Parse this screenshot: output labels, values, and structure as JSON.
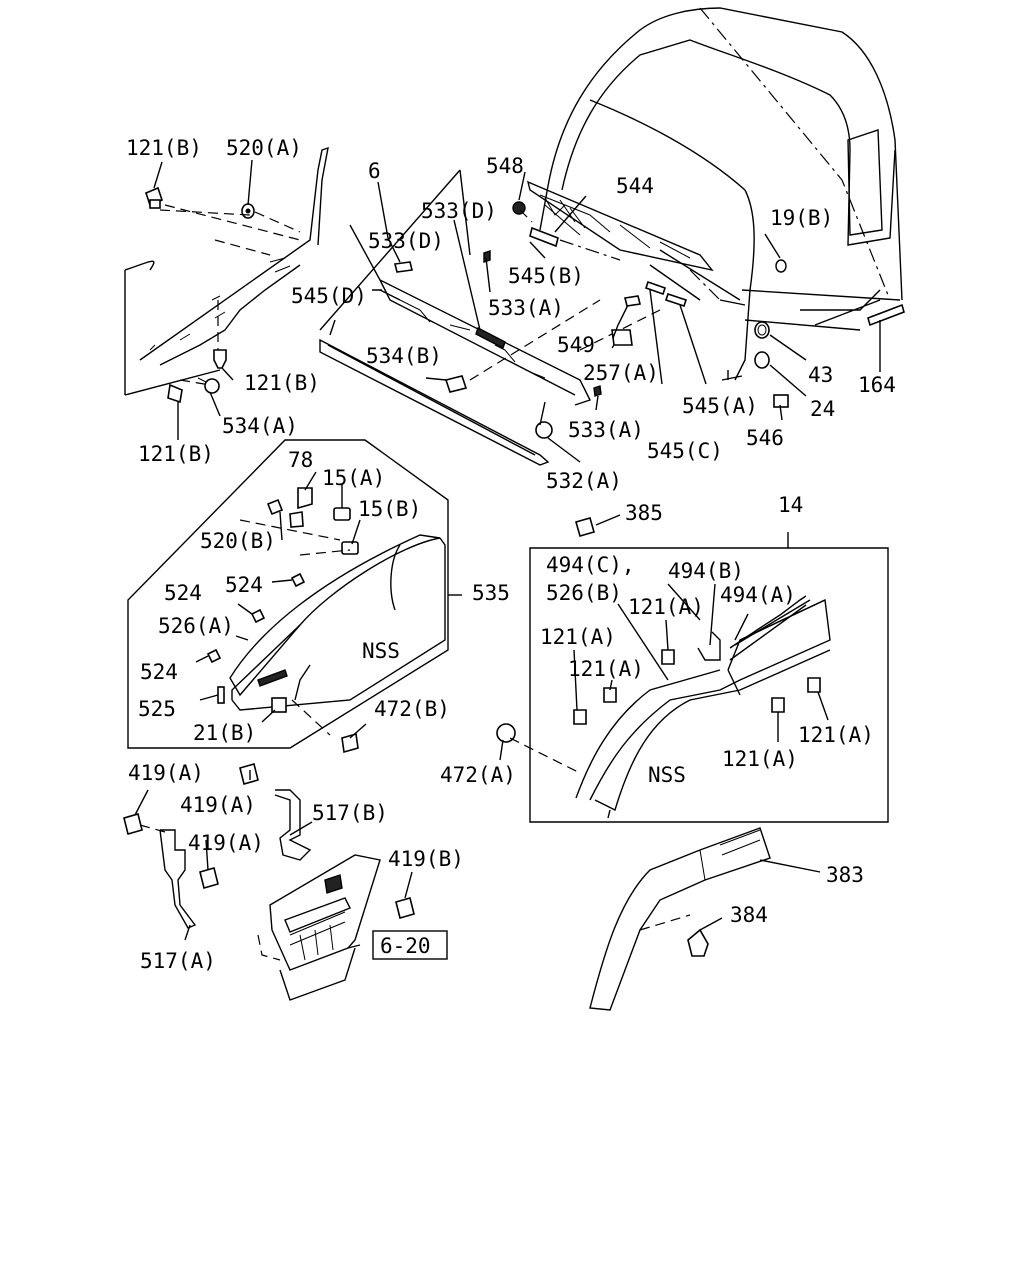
{
  "diagram": {
    "labels": {
      "l121b_top": "121(B)",
      "l520a": "520(A)",
      "l6": "6",
      "l548": "548",
      "l544": "544",
      "l533d_1": "533(D)",
      "l533d_2": "533(D)",
      "l19b": "19(B)",
      "l545b": "545(B)",
      "l545d": "545(D)",
      "l533a_1": "533(A)",
      "l549": "549",
      "l257a": "257(A)",
      "l534b": "534(B)",
      "l121b_mid": "121(B)",
      "l43": "43",
      "l164": "164",
      "l24": "24",
      "l545a": "545(A)",
      "l534a": "534(A)",
      "l533a_2": "533(A)",
      "l546": "546",
      "l121b_bot": "121(B)",
      "l545c": "545(C)",
      "l532a": "532(A)",
      "l78": "78",
      "l15a": "15(A)",
      "l14": "14",
      "l15b": "15(B)",
      "l385": "385",
      "l520b": "520(B)",
      "l494c": "494(C),",
      "l494b": "494(B)",
      "l526b": "526(B)",
      "l494a": "494(A)",
      "l524_1": "524",
      "l524_2": "524",
      "l535": "535",
      "l121a_1": "121(A)",
      "l526a": "526(A)",
      "l121a_2": "121(A)",
      "l121a_3": "121(A)",
      "l nss_1": "NSS",
      "l524_3": "524",
      "l525": "525",
      "l472b": "472(B)",
      "l21b": "21(B)",
      "l121a_4": "121(A)",
      "l472a": "472(A)",
      "l121a_5": "121(A)",
      "lnss_2": "NSS",
      "l419a_1": "419(A)",
      "l419a_2": "419(A)",
      "l517b": "517(B)",
      "l419a_3": "419(A)",
      "l419b": "419(B)",
      "l383": "383",
      "l384": "384",
      "l620": "6-20",
      "l517a": "517(A)"
    }
  }
}
